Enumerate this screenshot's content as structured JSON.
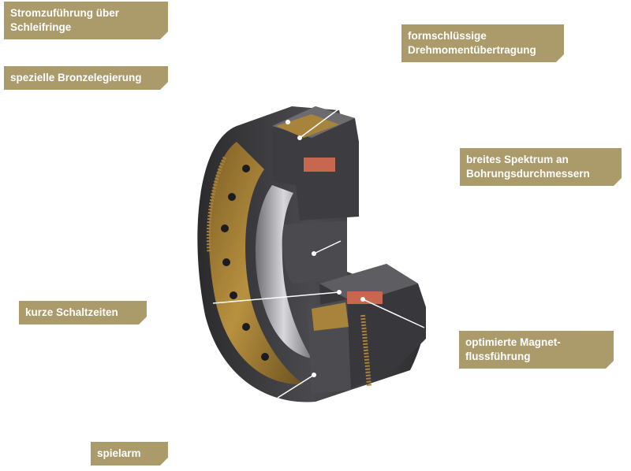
{
  "labels": {
    "stromzufuhrung": [
      "Stromzuführung über",
      "Schleifringe"
    ],
    "bronze": "spezielle Bronzelegierung",
    "formschluessig": [
      "formschlüssige",
      "Drehmomentübertragung"
    ],
    "bohrung": [
      "breites Spektrum an",
      "Bohrungsdurchmessern"
    ],
    "schaltzeiten": "kurze Schaltzeiten",
    "magnet": [
      "optimierte Magnet-",
      "flussführung"
    ],
    "spielarm": "spielarm"
  },
  "colors": {
    "label_bg": "#ab9b6a",
    "bronze": "#a8833c",
    "dark_metal": "#3b3b3e",
    "copper": "#c8674f"
  }
}
